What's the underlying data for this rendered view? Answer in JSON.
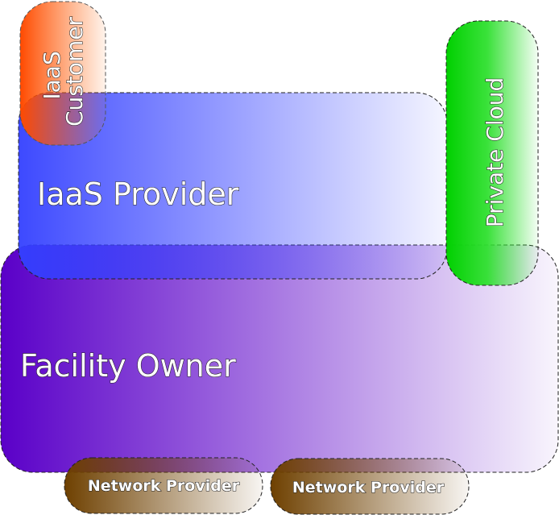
{
  "diagram": {
    "facility_owner": {
      "label": "Facility Owner",
      "color": "#5a00c8"
    },
    "iaas_provider": {
      "label": "IaaS Provider",
      "color": "#3b4bff"
    },
    "private_cloud": {
      "label": "Private Cloud",
      "color": "#10d010"
    },
    "iaas_customer": {
      "line1": "IaaS",
      "line2": "Customer",
      "color": "#ff5500"
    },
    "network_provider_1": {
      "label": "Network Provider",
      "color": "#7a4a0a"
    },
    "network_provider_2": {
      "label": "Network Provider",
      "color": "#7a4a0a"
    }
  }
}
